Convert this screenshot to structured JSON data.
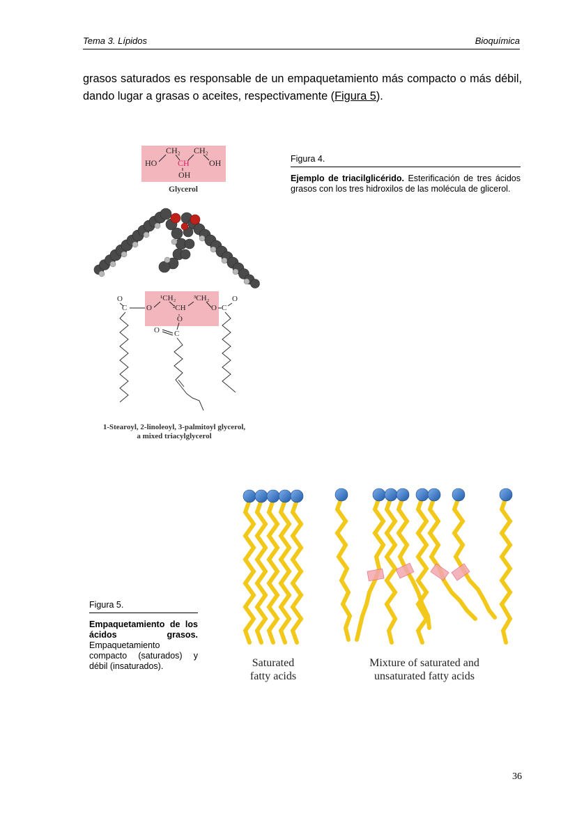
{
  "header": {
    "left": "Tema 3. Lípidos",
    "right": "Bioquímica"
  },
  "paragraph": {
    "text_before": "grasos saturados es responsable de un empaquetamiento más compacto o más débil, dando lugar a grasas o aceites, respectivamente (",
    "link": "Figura 5",
    "text_after": ")."
  },
  "figure4": {
    "number": "Figura 4.",
    "caption_bold": "Ejemplo de triacilglicérido.",
    "caption_rest": " Esterificación de tres ácidos grasos con los tres hidroxilos de las molécula de glicerol.",
    "glycerol_label": "Glycerol",
    "glycerol_atoms": {
      "ho": "HO",
      "oh_right": "OH",
      "oh_bottom": "OH",
      "ch2_left": "CH₂",
      "ch2_right": "CH₂",
      "ch": "CH"
    },
    "tag_atoms": {
      "o": "O",
      "c": "C"
    },
    "triacyl_label_1": "1-Stearoyl, 2-linoleoyl, 3-palmitoyl glycerol,",
    "triacyl_label_2": "a mixed triacylglycerol"
  },
  "figure5": {
    "number": "Figura 5.",
    "caption_bold": "Empaquetamiento de los ácidos grasos.",
    "caption_rest": " Empaquetamiento compacto (saturados) y débil (insaturados).",
    "saturated_label_1": "Saturated",
    "saturated_label_2": "fatty acids",
    "mixture_label_1": "Mixture of saturated and",
    "mixture_label_2": "unsaturated fatty acids"
  },
  "colors": {
    "highlight": "#f4b6bd",
    "head_blue": "#3f7fd0",
    "tail_yellow": "#f2c81a",
    "oxygen_red": "#c0201a",
    "carbon_gray": "#555555"
  },
  "page_number": "36"
}
